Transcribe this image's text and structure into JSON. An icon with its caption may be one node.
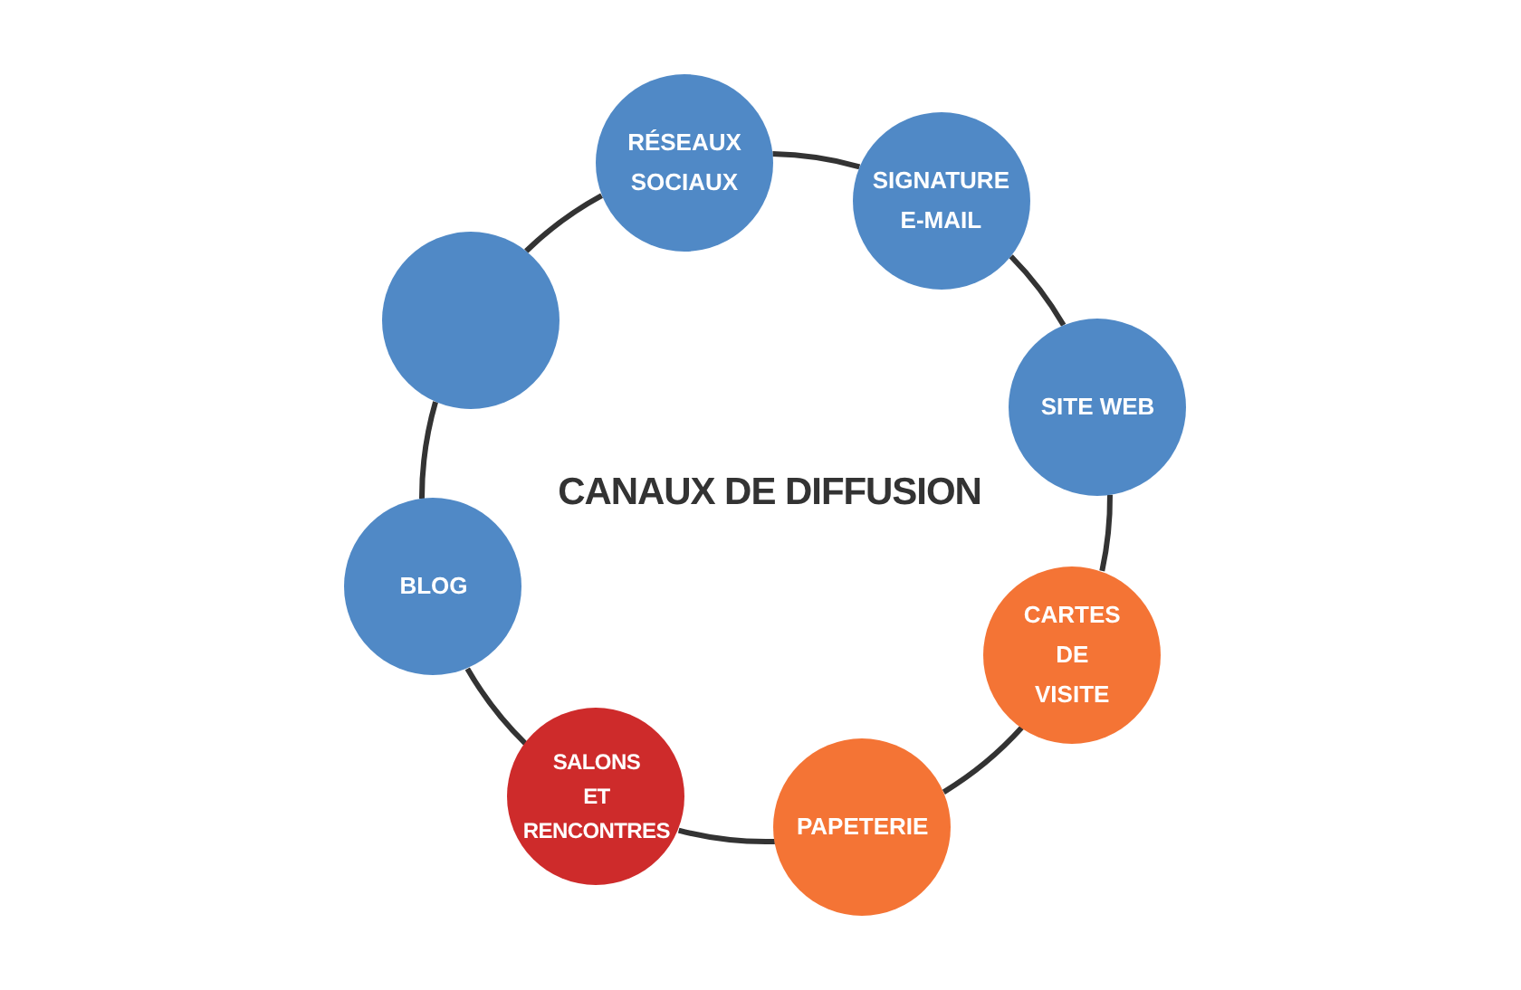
{
  "diagram": {
    "title": "CANAUX DE DIFFUSION",
    "nodes": [
      {
        "text": [
          "RÉSEAUX SOCIAUX"
        ]
      },
      {
        "text": [
          "SIGNATURE E-MAIL"
        ]
      },
      {
        "text": [
          "SITE WEB"
        ]
      },
      {
        "text": [
          "CARTES DE VISITE"
        ]
      },
      {
        "text": [
          "PAPETERIE"
        ]
      },
      {
        "text": [
          "SALONS ET RENCONTRES"
        ]
      },
      {
        "text": [
          "BLOG"
        ]
      },
      {
        "text": [],
        "shape": "circle"
      }
    ],
    "edges": [
      {
        "from": 0,
        "to": 1,
        "arrow": "none"
      },
      {
        "from": 1,
        "to": 2,
        "arrow": "none"
      },
      {
        "from": 2,
        "to": 3,
        "arrow": "none"
      },
      {
        "from": 3,
        "to": 4,
        "arrow": "none"
      },
      {
        "from": 4,
        "to": 5,
        "arrow": "none"
      },
      {
        "from": 5,
        "to": 6,
        "arrow": "none"
      },
      {
        "from": 6,
        "to": 7,
        "arrow": "none"
      },
      {
        "from": 7,
        "to": 0,
        "arrow": "none"
      }
    ]
  }
}
